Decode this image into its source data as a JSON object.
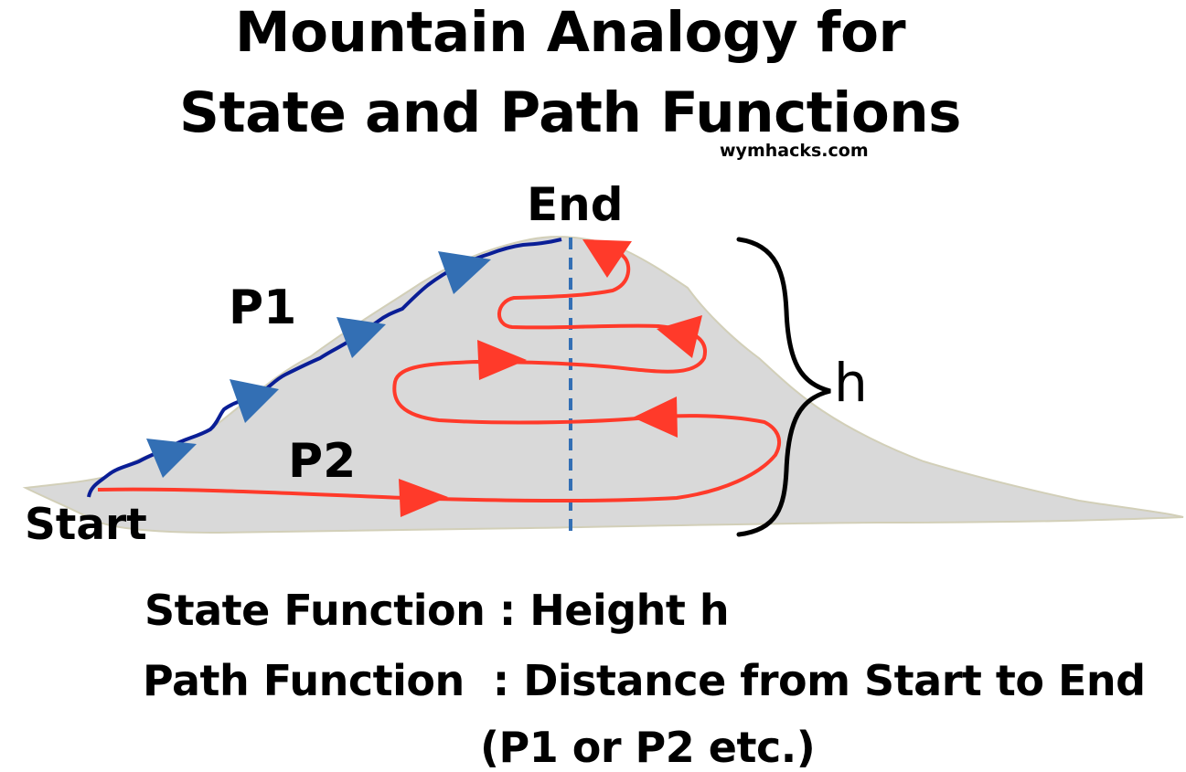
{
  "title": {
    "line1": "Mountain Analogy for",
    "line2": "State and Path Functions"
  },
  "source": "wymhacks.com",
  "labels": {
    "end": "End",
    "start": "Start",
    "p1": "P1",
    "p2": "P2",
    "height": "h"
  },
  "captions": {
    "state_function": "State Function : Height h",
    "path_function": "Path Function  : Distance from Start to End",
    "path_note": "(P1 or P2 etc.)"
  },
  "colors": {
    "mountain_fill": "#d9d9d9",
    "mountain_edge": "#d2cfb8",
    "path_p1": "#0a1e96",
    "path_p2": "#ff3a2a",
    "arrow_p1": "#336fb4",
    "height_line": "#336fb4",
    "text": "#000000"
  },
  "icons": {
    "p1_arrow": "triangle-arrow-icon",
    "p2_arrow": "triangle-arrow-icon",
    "height_brace": "curly-brace-icon"
  }
}
